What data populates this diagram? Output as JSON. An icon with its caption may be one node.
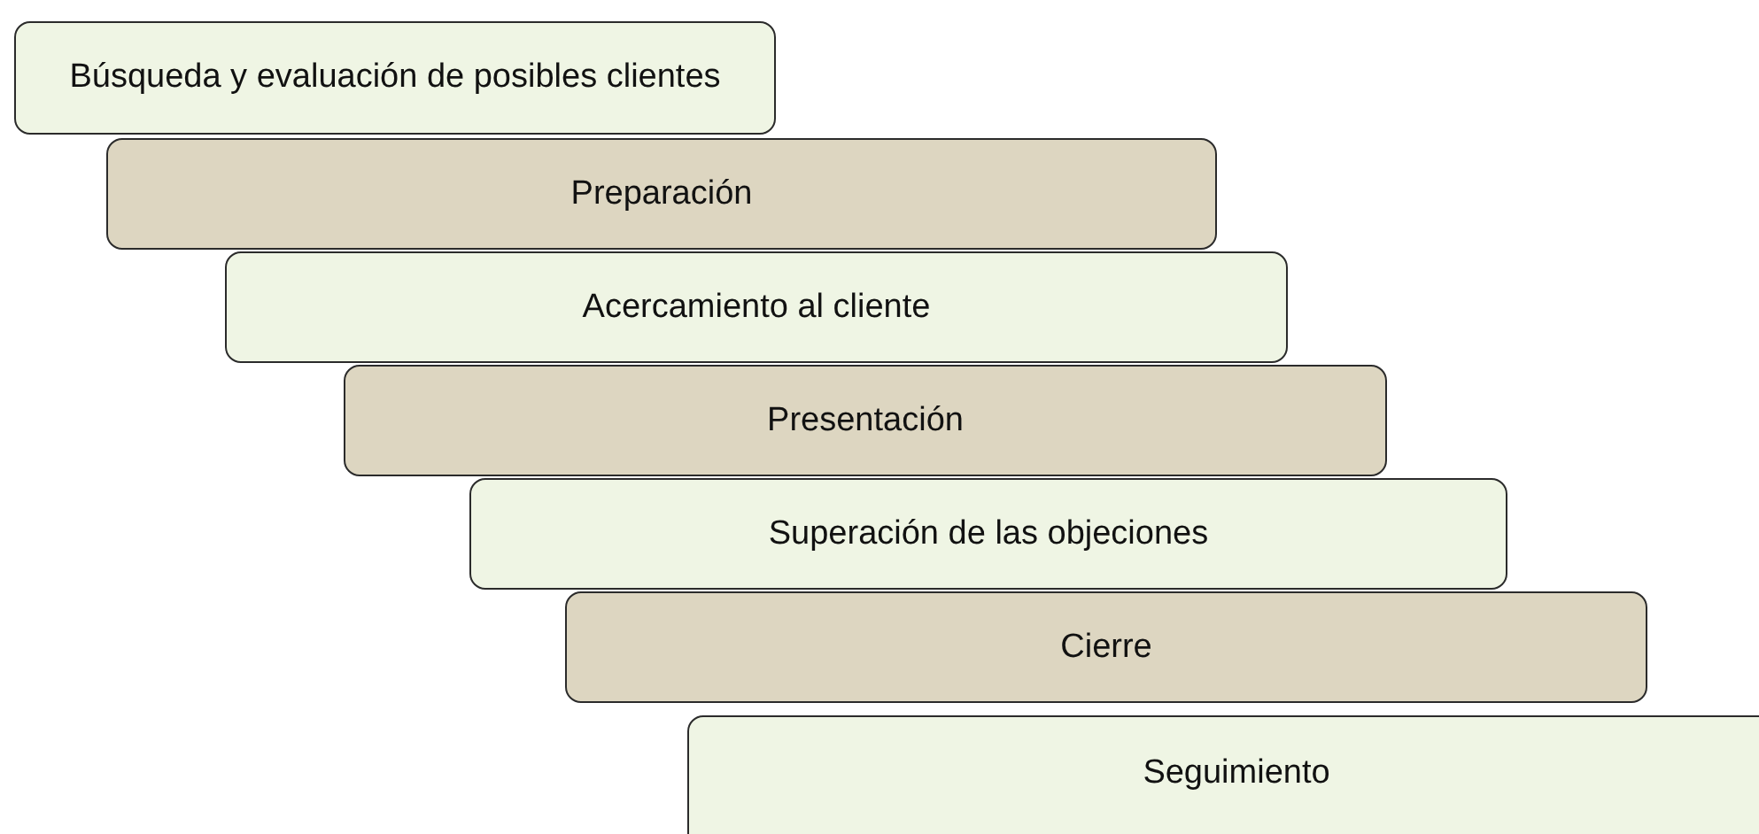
{
  "diagram": {
    "nodes": [
      {
        "text": [
          "Búsqueda y evaluación de posibles clientes"
        ]
      },
      {
        "text": [
          "Preparación"
        ]
      },
      {
        "text": [
          "Acercamiento al cliente"
        ]
      },
      {
        "text": [
          "Presentación"
        ]
      },
      {
        "text": [
          "Superación de las objeciones"
        ]
      },
      {
        "text": [
          "Cierre"
        ]
      },
      {
        "text": [
          "Seguimiento"
        ]
      }
    ]
  }
}
